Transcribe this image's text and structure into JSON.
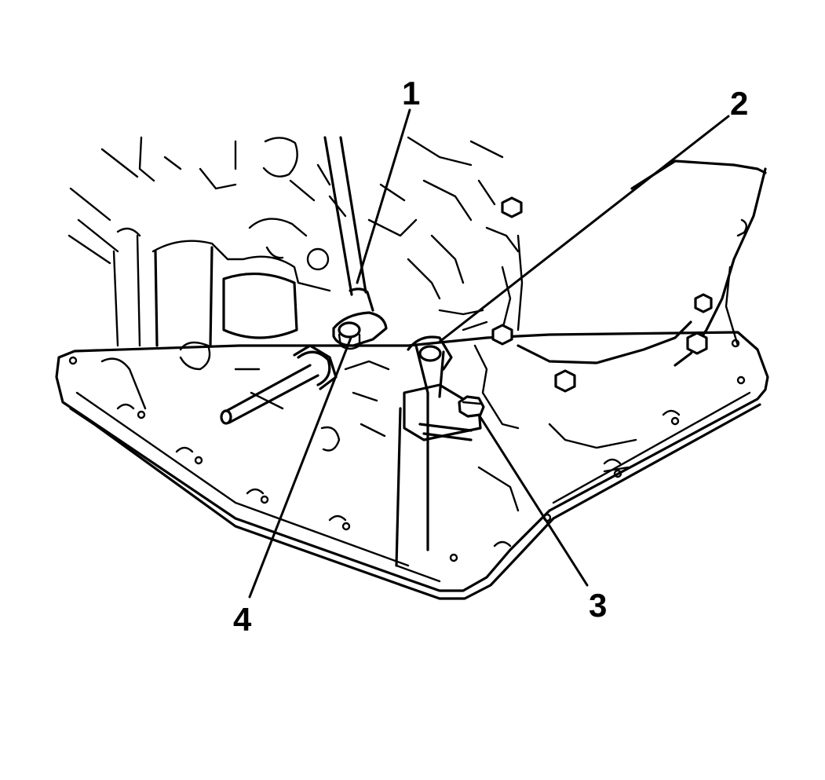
{
  "callouts": [
    {
      "number": "1"
    },
    {
      "number": "2"
    },
    {
      "number": "3"
    },
    {
      "number": "4"
    }
  ],
  "colors": {
    "line": "#000000",
    "background": "#ffffff"
  }
}
